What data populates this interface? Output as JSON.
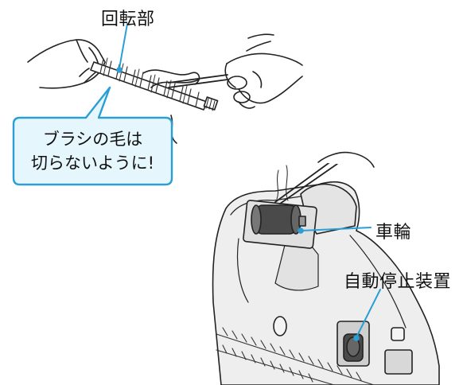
{
  "labels": {
    "rotating_part": "回転部",
    "wheel": "車輪",
    "auto_stop": "自動停止装置"
  },
  "callout": {
    "line1": "ブラシの毛は",
    "line2": "切らないように!"
  },
  "colors": {
    "accent": "#2a9fd6",
    "callout_fill": "#e6f6fd",
    "line": "#222222",
    "body_fill": "#eeeeee",
    "dark": "#555555"
  },
  "icons": [
    "hand-left",
    "hand-right",
    "scissors",
    "tweezers",
    "brush-roller",
    "wheel-roller",
    "auto-stop-switch"
  ]
}
